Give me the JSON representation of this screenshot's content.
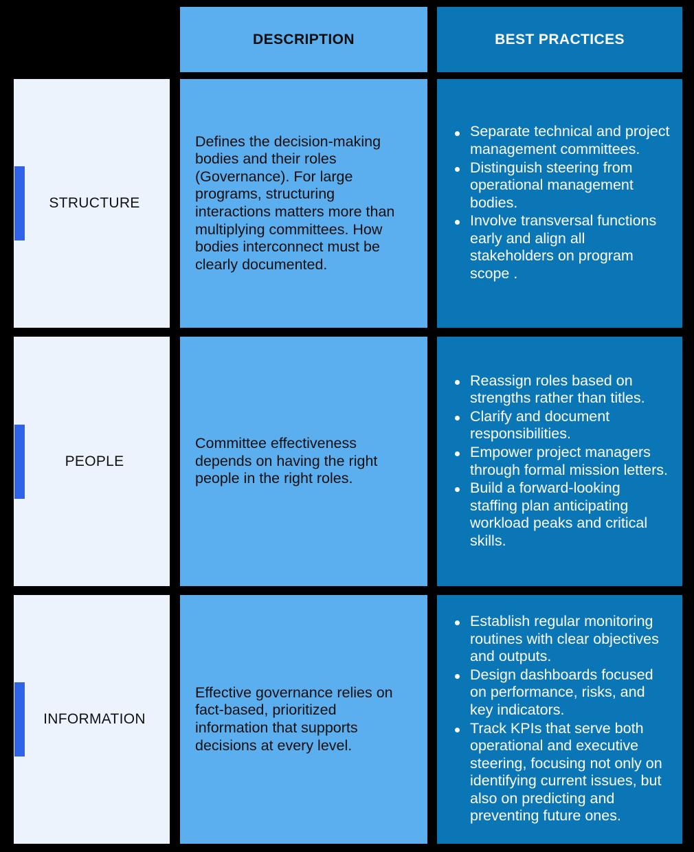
{
  "theme": {
    "background": "#000000",
    "header_light": "#5CAFEF",
    "header_dark": "#0B76B6",
    "label_background": "#EDF3FD",
    "accent_bar": "#3063E8",
    "dark_text": "#0E0E0E",
    "light_text": "#FFFFFF"
  },
  "header": {
    "label_column": "",
    "description": "DESCRIPTION",
    "best_practices": "BEST PRACTICES"
  },
  "rows": [
    {
      "label": "STRUCTURE",
      "description": "Defines the decision-making bodies and their roles (Governance). For large programs, structuring interactions matters more than multiplying committees. How bodies interconnect must be clearly documented.",
      "best_practices": [
        "Separate technical and project management committees.",
        "Distinguish steering from operational management bodies.",
        "Involve transversal functions early and align all stakeholders on program scope ."
      ]
    },
    {
      "label": "PEOPLE",
      "description": "Committee effectiveness depends on having the right people in the right roles.",
      "best_practices": [
        "Reassign roles based on strengths rather than titles.",
        "Clarify and document responsibilities.",
        "Empower project managers through formal mission letters.",
        "Build a forward-looking staffing plan anticipating workload peaks and critical skills."
      ]
    },
    {
      "label": "INFORMATION",
      "description": "Effective governance relies on fact-based, prioritized information that supports decisions at every level.",
      "best_practices": [
        "Establish regular monitoring routines with clear objectives and outputs.",
        "Design dashboards focused on performance, risks, and key indicators.",
        "Track KPIs that serve both operational and executive steering, focusing not only on identifying current issues, but also on predicting and preventing future ones."
      ]
    }
  ]
}
